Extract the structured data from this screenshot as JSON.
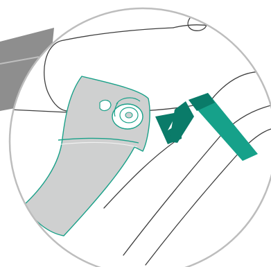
{
  "illustration": {
    "colors": {
      "background": "#ffffff",
      "outline": "#3d3d3d",
      "strap_fill": "#cfd0d0",
      "strap_edge": "#1aa189",
      "clip_dark": "#0a7b69",
      "clip_light": "#16a18a",
      "gray_band": "#8e8e8e",
      "circle_border": "#bdbdbd"
    },
    "icons": {
      "strap": "seat-belt-strap",
      "button": "snap-button",
      "clip": "z-clip"
    }
  }
}
